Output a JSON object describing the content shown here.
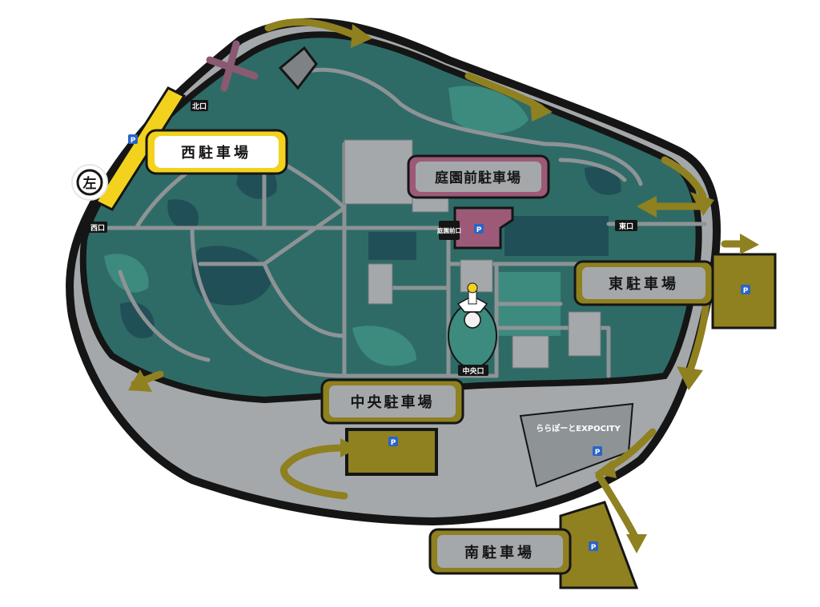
{
  "parking_lots": {
    "west": {
      "label": "西駐車場",
      "color": "#f2d21c"
    },
    "teien": {
      "label": "庭園前駐車場",
      "color": "#9c5a78"
    },
    "east": {
      "label": "東駐車場",
      "color": "#8f8020"
    },
    "central": {
      "label": "中央駐車場",
      "color": "#8f8020"
    },
    "south": {
      "label": "南駐車場",
      "color": "#8f8020"
    }
  },
  "gates": {
    "west": "西口",
    "east": "東口",
    "central": "中央口",
    "teien": "庭園前口",
    "north": "北口"
  },
  "facility": {
    "lalaport": "ららぽーとEXPOCITY"
  },
  "left_turn_badge": "左",
  "parking_symbol": "P",
  "colors": {
    "park_fill": "#2e6b66",
    "outline": "#151515",
    "road": "#9ea3a6",
    "arrow": "#8f8020",
    "closed_mark": "#8a5a72"
  }
}
